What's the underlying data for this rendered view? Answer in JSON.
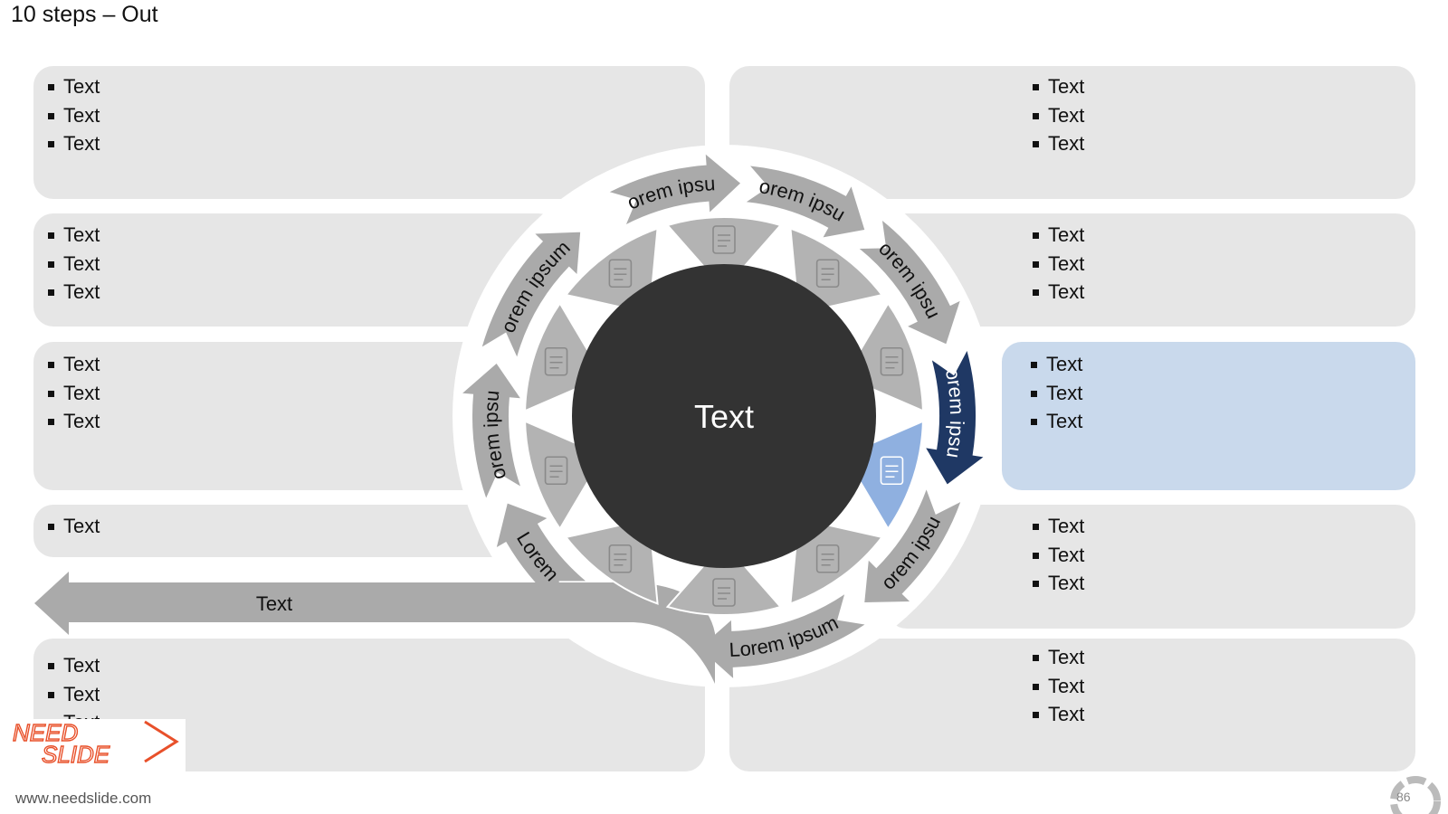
{
  "slide": {
    "title": "10 steps – Out",
    "page_number": "86"
  },
  "center": {
    "label": "Text"
  },
  "panels": {
    "top_left": [
      "Text",
      "Text",
      "Text"
    ],
    "left_2": [
      "Text",
      "Text",
      "Text"
    ],
    "left_3": [
      "Text",
      "Text",
      "Text"
    ],
    "left_4": [
      "Text"
    ],
    "bottom_left": [
      "Text",
      "Text",
      "Text"
    ],
    "top_right": [
      "Text",
      "Text",
      "Text"
    ],
    "right_2": [
      "Text",
      "Text",
      "Text"
    ],
    "right_3_active": [
      "Text",
      "Text",
      "Text"
    ],
    "right_4": [
      "Text",
      "Text",
      "Text"
    ],
    "bottom_right": [
      "Text",
      "Text",
      "Text"
    ]
  },
  "out_arrow": {
    "label": "Text"
  },
  "ring_arrows": {
    "top_left": "Lorem ipsum",
    "top_right": "Lorem ipsum",
    "upper_right": "Lorem ipsum",
    "right_active": "Lorem ipsum",
    "lower_right": "Lorem ipsum",
    "bottom": "Lorem ipsum",
    "lower_left": "Lorem",
    "left": "Lorem ipsum",
    "upper_left": "Lorem ipsum"
  },
  "colors": {
    "panel": "#e6e6e6",
    "active_panel": "#c9d9ec",
    "active_arrow": "#1f3864",
    "active_segment": "#8fb0e0",
    "hub": "#333333",
    "segment": "#b3b3b3"
  },
  "icons": [
    "document-report-icon",
    "satellite-dish-icon",
    "phone-upload-icon",
    "rain-cloud-icon",
    "document-chart-icon",
    "presentation-board-icon",
    "fingerprint-icon",
    "document-list-icon",
    "remote-control-icon",
    "document-graph-icon"
  ],
  "logo": {
    "line1": "NEED",
    "line2": "SLIDE"
  },
  "footer": {
    "url": "www.needslide.com"
  }
}
